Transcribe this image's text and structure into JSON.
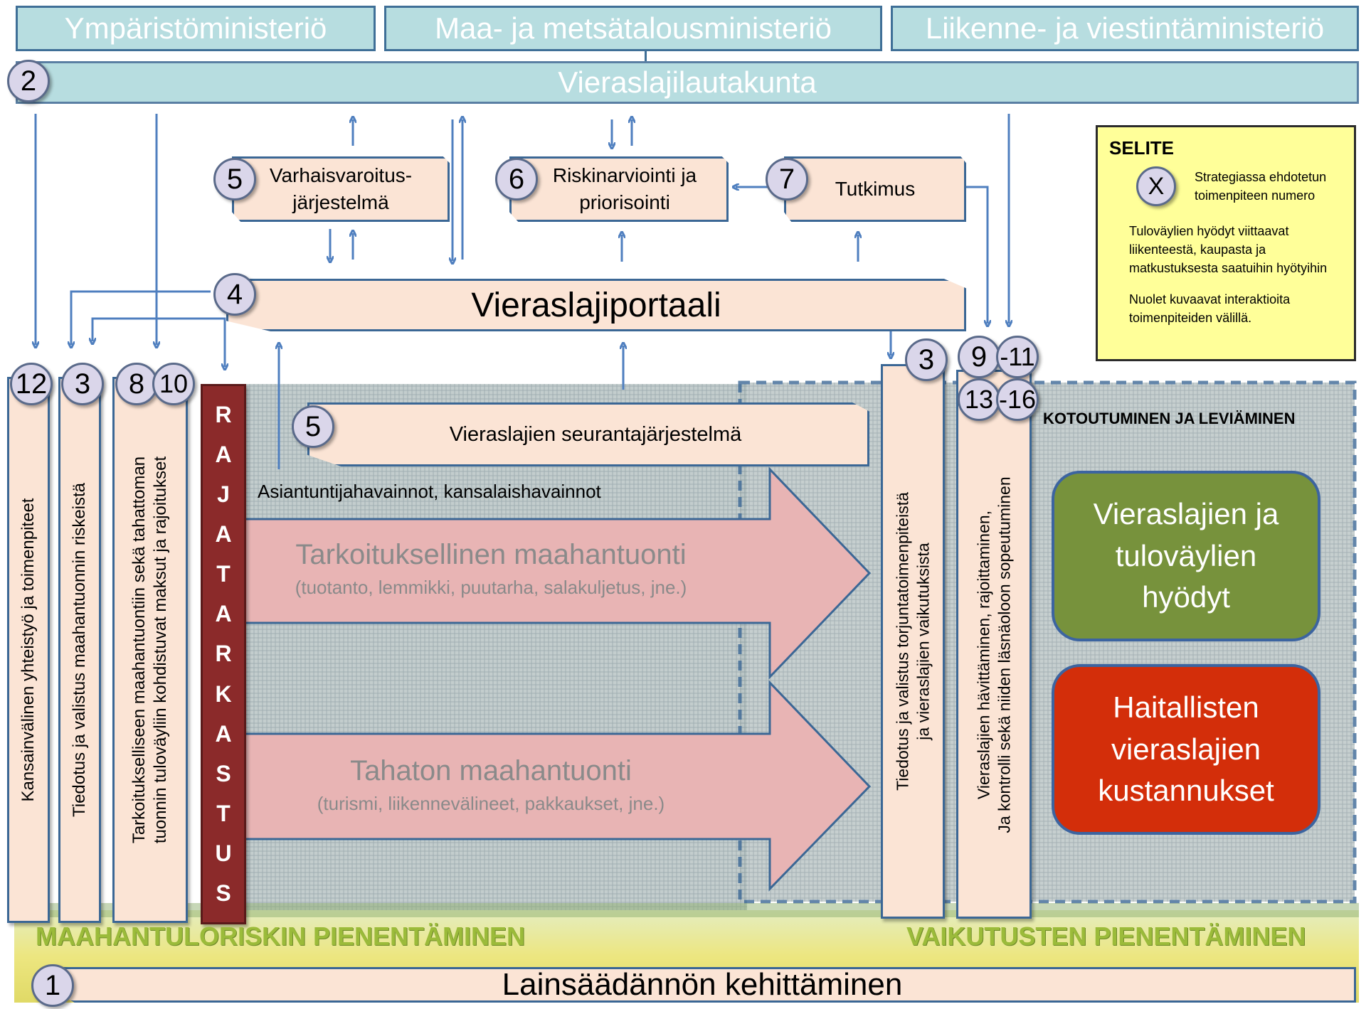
{
  "ministries": [
    "Ympäristöministeriö",
    "Maa- ja metsätalousministeriö",
    "Liikenne- ja viestintäministeriö"
  ],
  "committee": {
    "label": "Vieraslajilautakunta",
    "num": "2"
  },
  "boxes": {
    "early_warning": {
      "num": "5",
      "line1": "Varhaisvaroitus-",
      "line2": "järjestelmä"
    },
    "risk": {
      "num": "6",
      "line1": "Riskinarviointi ja",
      "line2": "priorisointi"
    },
    "research": {
      "num": "7",
      "label": "Tutkimus"
    },
    "portal": {
      "num": "4",
      "label": "Vieraslajiportaali"
    },
    "monitoring": {
      "num": "5",
      "label": "Vieraslajien seurantajärjestelmä"
    },
    "observations": "Asiantuntijahavainnot, kansalaishavainnot"
  },
  "columns": {
    "c12": {
      "num": "12",
      "text": "Kansainvälinen yhteistyö ja toimenpiteet"
    },
    "c3": {
      "num": "3",
      "text": "Tiedotus ja valistus maahantuonnin riskeistä"
    },
    "c810": {
      "num_a": "8",
      "num_b": "10",
      "line1": "Tarkoitukselliseen maahantuontiin sekä tahattoman",
      "line2": "tuonnin tuloväyliin kohdistuvat maksut ja rajoitukset"
    },
    "border": {
      "letters": [
        "R",
        "A",
        "J",
        "A",
        "T",
        "A",
        "R",
        "K",
        "A",
        "S",
        "T",
        "U",
        "S"
      ]
    },
    "c3b": {
      "num": "3",
      "line1": "Tiedotus ja valistus torjuntatoimenpiteistä",
      "line2": "ja vieraslajien vaikutuksista"
    },
    "c9": {
      "num_a": "9",
      "num_b": "-11",
      "num_c": "13",
      "num_d": "-16",
      "line1": "Vieraslajien hävittäminen, rajoittaminen,",
      "line2": "Ja kontrolli sekä niiden läsnäoloon sopeutuminen"
    }
  },
  "arrows": {
    "intentional": {
      "title": "Tarkoituksellinen maahantuonti",
      "sub": "(tuotanto, lemmikki, puutarha, salakuljetus, jne.)"
    },
    "unintentional": {
      "title": "Tahaton maahantuonti",
      "sub": "(turismi, liikennevälineet, pakkaukset, jne.)"
    }
  },
  "establishment": {
    "label": "KOTOUTUMINEN JA LEVIÄMINEN",
    "benefits": {
      "line1": "Vieraslajien ja",
      "line2": "tuloväylien",
      "line3": "hyödyt"
    },
    "costs": {
      "line1": "Haitallisten",
      "line2": "vieraslajien",
      "line3": "kustannukset"
    }
  },
  "legend": {
    "title": "SELITE",
    "symbol": "X",
    "symbol_desc1": "Strategiassa ehdotetun",
    "symbol_desc2": "toimenpiteen numero",
    "note1a": "Tuloväylien hyödyt viittaavat",
    "note1b": "liikenteestä, kaupasta ja",
    "note1c": "matkustuksesta saatuihin hyötyihin",
    "note2a": "Nuolet kuvaavat interaktioita",
    "note2b": "toimenpiteiden välillä."
  },
  "bottom": {
    "left_label": "MAAHANTULORISKIN PIENENTÄMINEN",
    "right_label": "VAIKUTUSTEN PIENENTÄMINEN",
    "law": {
      "num": "1",
      "label": "Lainsäädännön kehittäminen"
    }
  },
  "colors": {
    "box_fill": "#fbe4d5",
    "ministry_fill": "#b7dde0",
    "arrow_stroke": "#4f7fbf",
    "border_control": "#8b2a2a",
    "benefits": "#77923c",
    "costs": "#d32e0a",
    "legend_fill": "#ffff99",
    "bottom_label": "#9bbb3a"
  }
}
